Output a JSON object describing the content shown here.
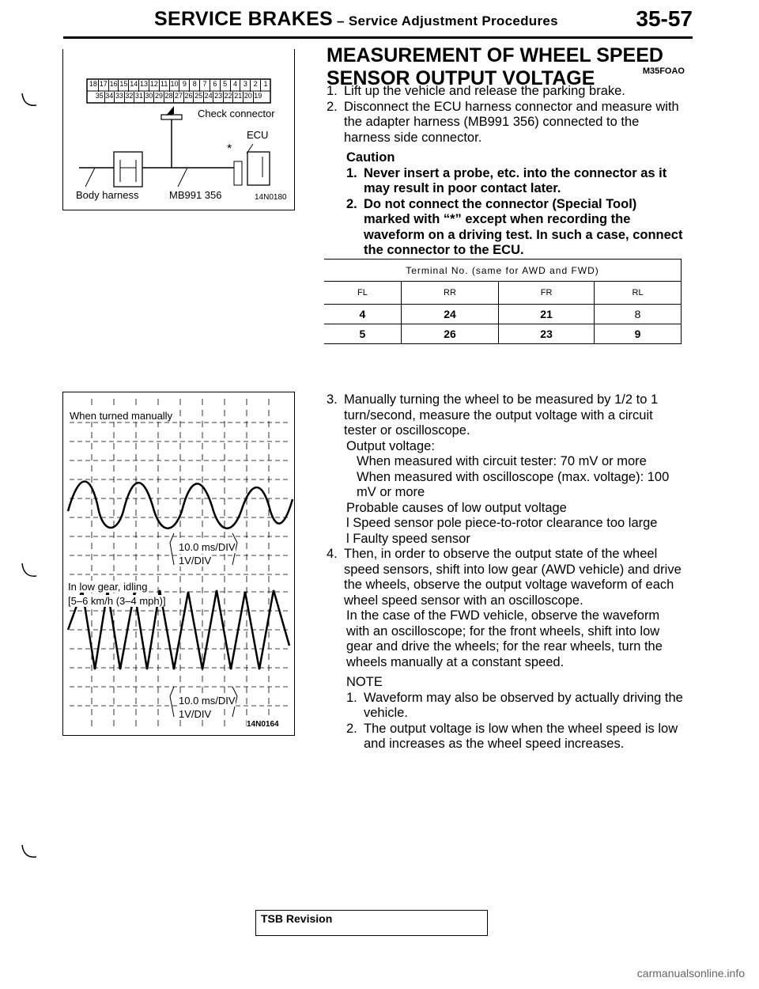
{
  "header": {
    "title": "SERVICE BRAKES",
    "subtitle": " – Service Adjustment Procedures",
    "page_number": "35-57"
  },
  "figure1": {
    "pins_top": [
      "18",
      "17",
      "16",
      "15",
      "14",
      "13",
      "12",
      "11",
      "10",
      "9",
      "8",
      "7",
      "6",
      "5",
      "4",
      "3",
      "2",
      "1"
    ],
    "pins_bottom": [
      "35",
      "34",
      "33",
      "32",
      "31",
      "30",
      "29",
      "28",
      "27",
      "26",
      "25",
      "24",
      "23",
      "22",
      "21",
      "20",
      "19"
    ],
    "label_check_connector": "Check connector",
    "label_ecu": "ECU",
    "label_asterisk": "*",
    "label_body_harness": "Body harness",
    "label_mb": "MB991 356",
    "code": "14N0180"
  },
  "figure2": {
    "label_when_turned": "When turned manually",
    "scale1_time": "10.0 ms/DIV",
    "scale1_volt": "1V/DIV",
    "label_low_gear": "In low gear, idling",
    "label_speed": "[5–6 km/h (3–4 mph)]",
    "scale2_time": "10.0 ms/DIV",
    "scale2_volt": "1V/DIV",
    "code": "14N0164"
  },
  "section": {
    "title": "MEASUREMENT OF WHEEL SPEED SENSOR OUTPUT VOLTAGE",
    "code": "M35FOAO"
  },
  "steps_top": {
    "s1_num": "1.",
    "s1_text": "Lift up the vehicle and release the parking brake.",
    "s2_num": "2.",
    "s2_text": "Disconnect the ECU harness connector and measure with the adapter harness (MB991 356) connected to the harness side connector.",
    "caution_title": "Caution",
    "c1_num": "1.",
    "c1_text": "Never insert a probe, etc. into the connector as it may result in poor contact later.",
    "c2_num": "2.",
    "c2_text": "Do not connect the connector (Special Tool) marked with “*” except when recording the waveform on a driving test. In such a case, connect the connector to the ECU."
  },
  "terminal_table": {
    "caption": "Terminal No. (same for AWD and FWD)",
    "headers": [
      "FL",
      "RR",
      "FR",
      "RL"
    ],
    "rows": [
      [
        "4",
        "24",
        "21",
        "8"
      ],
      [
        "5",
        "26",
        "23",
        "9"
      ]
    ]
  },
  "steps_bottom": {
    "s3_num": "3.",
    "s3_text": "Manually turning the wheel to be measured by 1/2 to 1 turn/second, measure the output voltage with a circuit tester or oscilloscope.",
    "ov_label": "Output voltage:",
    "ov1": "When measured with circuit tester: 70 mV or more",
    "ov2": "When measured with oscilloscope (max. voltage): 100 mV or more",
    "causes_label": "Probable causes of low output voltage",
    "cause1": "l  Speed sensor pole piece-to-rotor clearance too large",
    "cause2": "l  Faulty speed sensor",
    "s4_num": "4.",
    "s4_text": "Then, in order to observe the output state of the wheel speed sensors, shift into low gear (AWD vehicle) and drive the wheels, observe the output voltage waveform of each wheel speed sensor with an oscilloscope.",
    "s4_text2": "In the case of the FWD vehicle, observe the waveform with an oscilloscope; for the front wheels, shift into low gear and drive the wheels; for the rear wheels, turn the wheels manually at a constant speed.",
    "note_title": "NOTE",
    "n1_num": "1.",
    "n1_text": "Waveform may also be observed by actually driving the vehicle.",
    "n2_num": "2.",
    "n2_text": "The output voltage is low when the wheel speed is low and increases as the wheel speed increases."
  },
  "footer": {
    "tsb": "TSB Revision",
    "watermark": "carmanualsonline.info"
  }
}
